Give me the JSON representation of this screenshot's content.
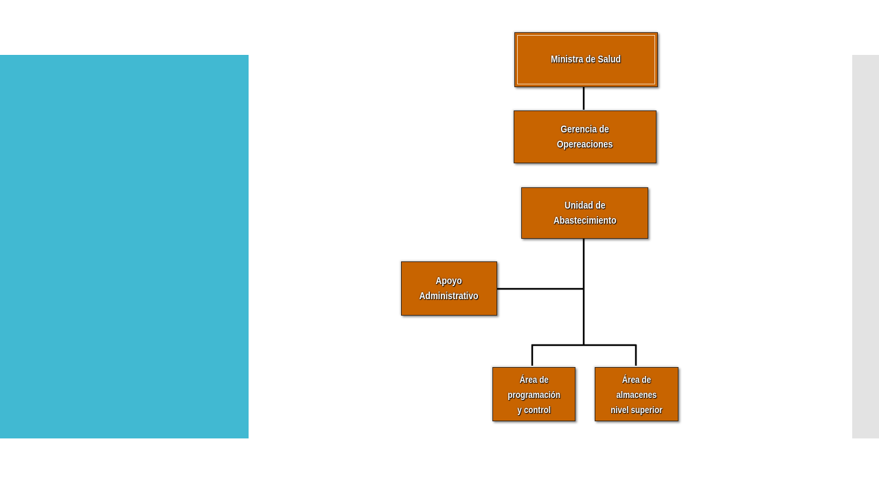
{
  "colors": {
    "left_panel": "#41b9d2",
    "right_panel": "#e3e3e3",
    "box_fill": "#c86400",
    "connector": "#000000"
  },
  "org_chart": {
    "ministra": "Ministra de Salud",
    "gerencia": "Gerencia de\nOpereaciones",
    "unidad": "Unidad de\nAbastecimiento",
    "apoyo": "Apoyo\nAdministrativo",
    "area_programacion": "Área de\nprogramación\ny control",
    "area_almacenes": "Área de\nalmacenes\nnivel superior"
  }
}
